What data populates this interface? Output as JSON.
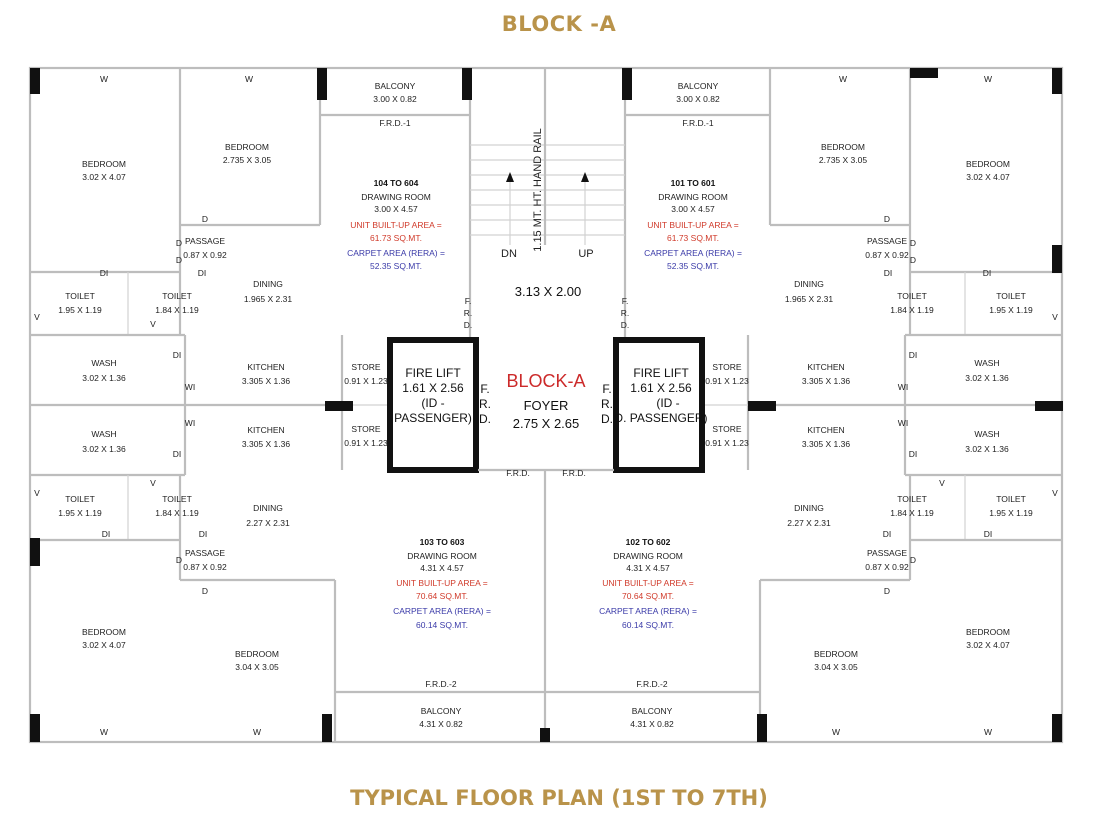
{
  "header": {
    "title": "BLOCK -A"
  },
  "footer": {
    "title": "TYPICAL FLOOR PLAN (1ST TO 7TH)"
  },
  "core": {
    "block": "BLOCK-A",
    "foyer": "FOYER",
    "foyer_dim": "2.75 X 2.65",
    "stair_dim": "3.13 X 2.00",
    "handrail": "1.15 MT. HT. HAND RAIL",
    "dn": "DN",
    "up": "UP",
    "lift_l": [
      "FIRE LIFT",
      "1.61 X 2.56",
      "(ID -",
      "PASSENGER)"
    ],
    "lift_r": [
      "FIRE LIFT",
      "1.61 X 2.56",
      "(ID -",
      "D. PASSENGER)"
    ],
    "frd": "F.R.D."
  },
  "units": {
    "u104": {
      "range": "104 TO 604",
      "room": "DRAWING ROOM",
      "dim": "3.00 X 4.57",
      "builtup": "UNIT BUILT-UP AREA =",
      "builtup_val": "61.73 SQ.MT.",
      "carpet": "CARPET AREA (RERA) =",
      "carpet_val": "52.35 SQ.MT."
    },
    "u101": {
      "range": "101 TO 601",
      "room": "DRAWING ROOM",
      "dim": "3.00 X 4.57",
      "builtup": "UNIT BUILT-UP AREA =",
      "builtup_val": "61.73 SQ.MT.",
      "carpet": "CARPET AREA (RERA) =",
      "carpet_val": "52.35 SQ.MT."
    },
    "u103": {
      "range": "103 TO 603",
      "room": "DRAWING ROOM",
      "dim": "4.31 X 4.57",
      "builtup": "UNIT BUILT-UP AREA =",
      "builtup_val": "70.64 SQ.MT.",
      "carpet": "CARPET AREA (RERA) =",
      "carpet_val": "60.14 SQ.MT."
    },
    "u102": {
      "range": "102 TO 602",
      "room": "DRAWING ROOM",
      "dim": "4.31 X 4.57",
      "builtup": "UNIT BUILT-UP AREA =",
      "builtup_val": "70.64 SQ.MT.",
      "carpet": "CARPET AREA (RERA) =",
      "carpet_val": "60.14 SQ.MT."
    }
  },
  "rooms": {
    "bedroom": "BEDROOM",
    "balcony": "BALCONY",
    "passage": "PASSAGE",
    "toilet": "TOILET",
    "dining": "DINING",
    "kitchen": "KITCHEN",
    "wash": "WASH",
    "store": "STORE",
    "frd1": "F.R.D.-1",
    "frd2": "F.R.D.-2",
    "frd_v": [
      "F.",
      "R.",
      "D."
    ],
    "dim_bal_top": "3.00 X 0.82",
    "dim_bal_bot": "4.31 X 0.82",
    "dim_bed_a": "3.02 X 4.07",
    "dim_bed_b": "2.735 X 3.05",
    "dim_bed_c": "3.04 X 3.05",
    "dim_passage": "0.87 X 0.92",
    "dim_toilet_a": "1.95 X 1.19",
    "dim_toilet_b": "1.84 X 1.19",
    "dim_dining_a": "1.965 X 2.31",
    "dim_dining_b": "2.27 X 2.31",
    "dim_kitchen": "3.305 X 1.36",
    "dim_wash": "3.02 X 1.36",
    "dim_store": "0.91 X 1.23"
  },
  "marks": {
    "w": "W",
    "d": "D",
    "di": "DI",
    "v": "V",
    "wi": "WI"
  }
}
